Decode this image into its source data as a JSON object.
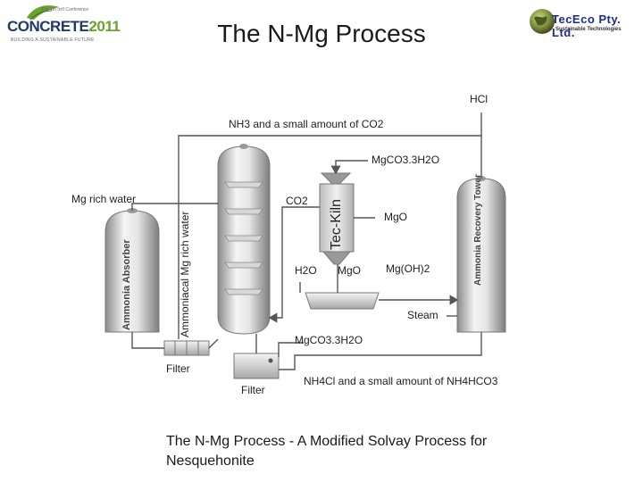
{
  "page": {
    "title": "The N-Mg Process",
    "caption": "The N-Mg Process - A Modified Solvay Process for Nesquehonite"
  },
  "logos": {
    "left": {
      "top_text": "The 4th Int'l Conference",
      "main": "CONCRETE",
      "year": "2011",
      "tagline": "BUILDING A SUSTAINABLE FUTURE"
    },
    "right": {
      "name": "TecEco Pty. Ltd.",
      "tagline": "Sustainable Technologies"
    }
  },
  "labels": {
    "hcl": "HCl",
    "nh3_co2": "NH3 and a small amount of CO2",
    "mgco3_top": "MgCO3.3H2O",
    "mg_rich_water": "Mg rich water",
    "ammoniacal": "Ammoniacal Mg rich water",
    "co2": "CO2",
    "tec_kiln": "Tec-Kiln",
    "mgo_right": "MgO",
    "h2o": "H2O",
    "mgo_bottom": "MgO",
    "mgoh2": "Mg(OH)2",
    "steam": "Steam",
    "mgco3_bottom": "MgCO3.3H2O",
    "filter_left": "Filter",
    "filter_bottom": "Filter",
    "nh4cl": "NH4Cl and a small amount of NH4HCO3",
    "absorber": "Ammonia Absorber",
    "recovery": "Ammonia Recovery Tower"
  },
  "colors": {
    "line": "#555555",
    "vessel_light": "#f2f2f2",
    "vessel_dark": "#8a8a8a",
    "kiln": "#d9d9d9",
    "logo_blue": "#1f3a63",
    "logo_green": "#6aa22e"
  }
}
